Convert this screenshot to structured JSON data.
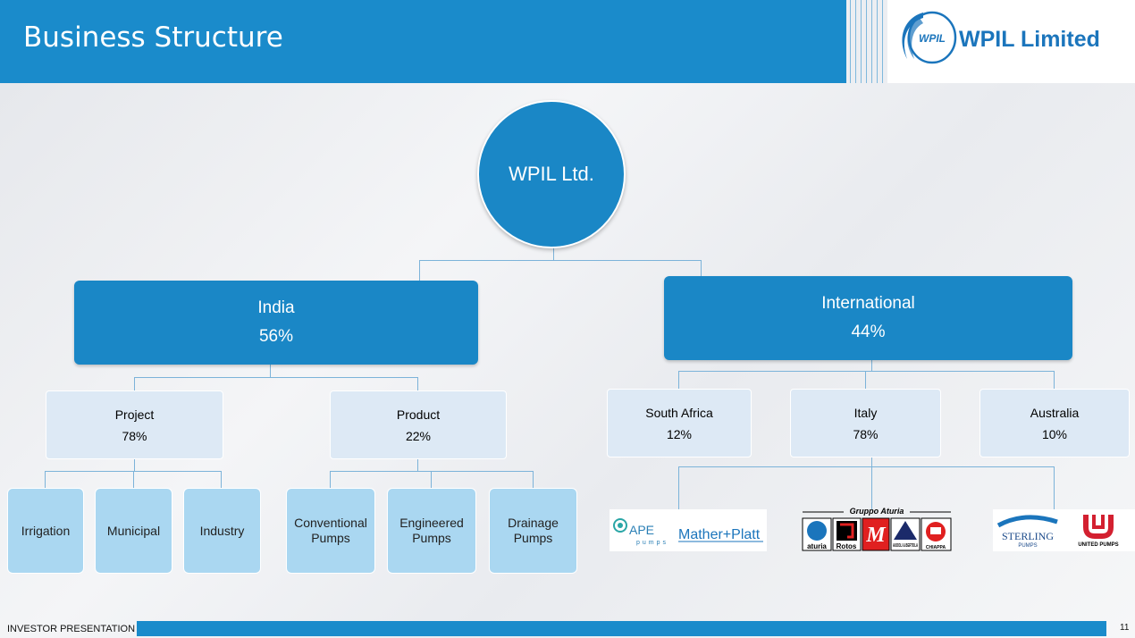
{
  "header": {
    "title": "Business Structure",
    "logo_text": "WPIL Limited",
    "logo_mark": "WPIL"
  },
  "root": {
    "label": "WPIL Ltd."
  },
  "india": {
    "label": "India",
    "share": "56%",
    "children": [
      {
        "label": "Project",
        "share": "78%",
        "items": [
          "Irrigation",
          "Municipal",
          "Industry"
        ]
      },
      {
        "label": "Product",
        "share": "22%",
        "items": [
          "Conventional Pumps",
          "Engineered Pumps",
          "Drainage Pumps"
        ]
      }
    ]
  },
  "international": {
    "label": "International",
    "share": "44%",
    "children": [
      {
        "label": "South Africa",
        "share": "12%"
      },
      {
        "label": "Italy",
        "share": "78%"
      },
      {
        "label": "Australia",
        "share": "10%"
      }
    ]
  },
  "brands": {
    "ape": "APE",
    "ape_sub": "pumps",
    "mather": "Mather+Platt",
    "gruppo": "Gruppo Aturia",
    "aturia": "aturia",
    "rotos": "Rotos",
    "m": "M",
    "audoli": "AUDOLI & BERTOLA",
    "chiappa": "CHIAPPA",
    "sterling": "STERLING",
    "sterling_sub": "PUMPS",
    "united": "UNITED PUMPS"
  },
  "footer": {
    "label": "INVESTOR PRESENTATION",
    "page": "11"
  },
  "colors": {
    "primary": "#1a87c6",
    "light": "#dde9f5",
    "leaf": "#aad7f1",
    "line": "#7cb3d9"
  }
}
